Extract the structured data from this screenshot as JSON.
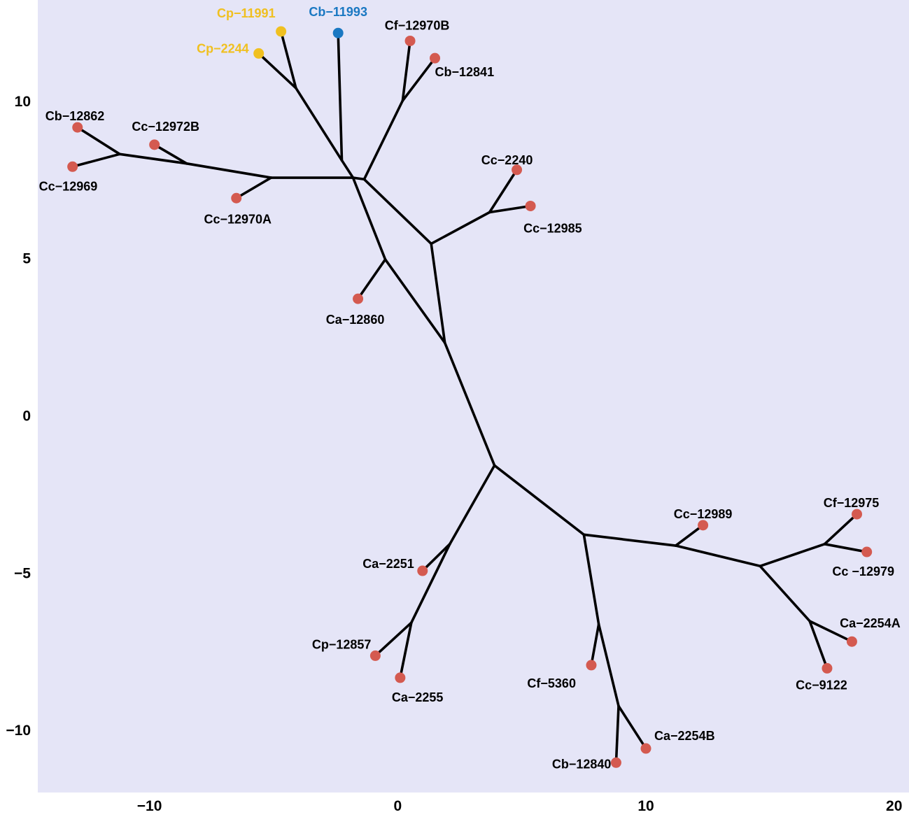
{
  "chart_data": {
    "type": "scatter",
    "subtype": "unrooted-tree",
    "title": "",
    "xlabel": "",
    "ylabel": "",
    "xlim": [
      -14.5,
      20.6
    ],
    "ylim": [
      -12.0,
      13.2
    ],
    "xticks": [
      -10,
      0,
      10,
      20
    ],
    "yticks": [
      10,
      5,
      0,
      -5,
      -10
    ],
    "grid": false,
    "colors": {
      "background": "#e5e5f7",
      "branch": "#000000",
      "red": "#d45a50",
      "yellow": "#f0c020",
      "blue": "#1a78c2"
    },
    "nodes": [
      {
        "id": "R",
        "x": 3.9,
        "y": -1.6
      },
      {
        "id": "A",
        "x": 1.9,
        "y": 2.3
      },
      {
        "id": "B",
        "x": -0.5,
        "y": 4.95
      },
      {
        "id": "C",
        "x": -1.8,
        "y": 7.55
      },
      {
        "id": "D",
        "x": -2.25,
        "y": 8.1
      },
      {
        "id": "E",
        "x": -4.1,
        "y": 10.4
      },
      {
        "id": "F",
        "x": -5.1,
        "y": 7.55
      },
      {
        "id": "G",
        "x": -8.5,
        "y": 8.0
      },
      {
        "id": "H",
        "x": -11.2,
        "y": 8.3
      },
      {
        "id": "I",
        "x": -1.35,
        "y": 7.5
      },
      {
        "id": "J",
        "x": 0.2,
        "y": 10.0
      },
      {
        "id": "K",
        "x": 1.35,
        "y": 5.45
      },
      {
        "id": "L",
        "x": 3.7,
        "y": 6.45
      },
      {
        "id": "M",
        "x": 2.1,
        "y": -4.1
      },
      {
        "id": "N",
        "x": 0.55,
        "y": -6.6
      },
      {
        "id": "O",
        "x": 7.5,
        "y": -3.8
      },
      {
        "id": "P",
        "x": 8.1,
        "y": -6.65
      },
      {
        "id": "Q",
        "x": 8.9,
        "y": -9.25
      },
      {
        "id": "S",
        "x": 11.2,
        "y": -4.15
      },
      {
        "id": "T",
        "x": 14.6,
        "y": -4.8
      },
      {
        "id": "U",
        "x": 17.2,
        "y": -4.1
      },
      {
        "id": "V",
        "x": 16.6,
        "y": -6.55
      }
    ],
    "edges": [
      [
        "R",
        "A"
      ],
      [
        "A",
        "B"
      ],
      [
        "B",
        "C"
      ],
      [
        "C",
        "D"
      ],
      [
        "D",
        "E"
      ],
      [
        "C",
        "F"
      ],
      [
        "F",
        "G"
      ],
      [
        "G",
        "H"
      ],
      [
        "C",
        "I"
      ],
      [
        "I",
        "J"
      ],
      [
        "A",
        "K"
      ],
      [
        "K",
        "I"
      ],
      [
        "K",
        "L"
      ],
      [
        "R",
        "M"
      ],
      [
        "M",
        "N"
      ],
      [
        "R",
        "O"
      ],
      [
        "O",
        "P"
      ],
      [
        "P",
        "Q"
      ],
      [
        "O",
        "S"
      ],
      [
        "S",
        "T"
      ],
      [
        "T",
        "U"
      ],
      [
        "T",
        "V"
      ],
      [
        "E",
        "Cp-11991"
      ],
      [
        "E",
        "Cp-2244"
      ],
      [
        "D",
        "Cb-11993"
      ],
      [
        "J",
        "Cf-12970B"
      ],
      [
        "J",
        "Cb-12841"
      ],
      [
        "H",
        "Cb-12862"
      ],
      [
        "H",
        "Cc-12969"
      ],
      [
        "G",
        "Cc-12972B"
      ],
      [
        "F",
        "Cc-12970A"
      ],
      [
        "L",
        "Cc-2240"
      ],
      [
        "L",
        "Cc-12985"
      ],
      [
        "B",
        "Ca-12860"
      ],
      [
        "M",
        "Ca-2251"
      ],
      [
        "N",
        "Cp-12857"
      ],
      [
        "N",
        "Ca-2255"
      ],
      [
        "P",
        "Cf-5360"
      ],
      [
        "Q",
        "Cb-12840"
      ],
      [
        "Q",
        "Ca-2254B"
      ],
      [
        "S",
        "Cc-12989"
      ],
      [
        "U",
        "Cf-12975"
      ],
      [
        "U",
        "Cc -12979"
      ],
      [
        "V",
        "Ca-2254A"
      ],
      [
        "V",
        "Cc-9122"
      ]
    ],
    "tips": [
      {
        "name": "Cp−11991",
        "id": "Cp-11991",
        "x": -4.7,
        "y": 12.2,
        "color": "yellow",
        "anchor": "end",
        "dx": -8,
        "dy": -20
      },
      {
        "name": "Cp−2244",
        "id": "Cp-2244",
        "x": -5.6,
        "y": 11.5,
        "color": "yellow",
        "anchor": "end",
        "dx": -14,
        "dy": -1
      },
      {
        "name": "Cb−11993",
        "id": "Cb-11993",
        "x": -2.4,
        "y": 12.15,
        "color": "blue",
        "anchor": "middle",
        "dx": 0,
        "dy": -24
      },
      {
        "name": "Cf−12970B",
        "id": "Cf-12970B",
        "x": 0.5,
        "y": 11.9,
        "color": "red",
        "anchor": "middle",
        "dx": 10,
        "dy": -16
      },
      {
        "name": "Cb−12841",
        "id": "Cb-12841",
        "x": 1.5,
        "y": 11.35,
        "color": "red",
        "anchor": "start",
        "dx": 0,
        "dy": 26
      },
      {
        "name": "Cb−12862",
        "id": "Cb-12862",
        "x": -12.9,
        "y": 9.15,
        "color": "red",
        "anchor": "start",
        "dx": -46,
        "dy": -10
      },
      {
        "name": "Cc−12969",
        "id": "Cc-12969",
        "x": -13.1,
        "y": 7.9,
        "color": "red",
        "anchor": "start",
        "dx": -48,
        "dy": 34
      },
      {
        "name": "Cc−12972B",
        "id": "Cc-12972B",
        "x": -9.8,
        "y": 8.6,
        "color": "red",
        "anchor": "middle",
        "dx": 16,
        "dy": -20
      },
      {
        "name": "Cc−12970A",
        "id": "Cc-12970A",
        "x": -6.5,
        "y": 6.9,
        "color": "red",
        "anchor": "middle",
        "dx": 2,
        "dy": 36
      },
      {
        "name": "Cc−2240",
        "id": "Cc-2240",
        "x": 4.8,
        "y": 7.8,
        "color": "red",
        "anchor": "middle",
        "dx": -14,
        "dy": -8
      },
      {
        "name": "Cc−12985",
        "id": "Cc-12985",
        "x": 5.35,
        "y": 6.65,
        "color": "red",
        "anchor": "start",
        "dx": -10,
        "dy": 38
      },
      {
        "name": "Ca−12860",
        "id": "Ca-12860",
        "x": -1.6,
        "y": 3.7,
        "color": "red",
        "anchor": "middle",
        "dx": -4,
        "dy": 36
      },
      {
        "name": "Ca−2251",
        "id": "Ca-2251",
        "x": 1.0,
        "y": -4.95,
        "color": "red",
        "anchor": "end",
        "dx": -12,
        "dy": -4
      },
      {
        "name": "Cp−12857",
        "id": "Cp-12857",
        "x": -0.9,
        "y": -7.65,
        "color": "red",
        "anchor": "end",
        "dx": -6,
        "dy": -10
      },
      {
        "name": "Ca−2255",
        "id": "Ca-2255",
        "x": 0.1,
        "y": -8.35,
        "color": "red",
        "anchor": "start",
        "dx": -12,
        "dy": 34
      },
      {
        "name": "Cf−5360",
        "id": "Cf-5360",
        "x": 7.8,
        "y": -7.95,
        "color": "red",
        "anchor": "end",
        "dx": -22,
        "dy": 32
      },
      {
        "name": "Cb−12840",
        "id": "Cb-12840",
        "x": 8.8,
        "y": -11.05,
        "color": "red",
        "anchor": "end",
        "dx": -7,
        "dy": 8
      },
      {
        "name": "Ca−2254B",
        "id": "Ca-2254B",
        "x": 10.0,
        "y": -10.6,
        "color": "red",
        "anchor": "start",
        "dx": 12,
        "dy": -12
      },
      {
        "name": "Cc−12989",
        "id": "Cc-12989",
        "x": 12.3,
        "y": -3.5,
        "color": "red",
        "anchor": "middle",
        "dx": 0,
        "dy": -10
      },
      {
        "name": "Cf−12975",
        "id": "Cf-12975",
        "x": 18.5,
        "y": -3.15,
        "color": "red",
        "anchor": "middle",
        "dx": -8,
        "dy": -10
      },
      {
        "name": "Cc −12979",
        "id": "Cc -12979",
        "x": 18.9,
        "y": -4.35,
        "color": "red",
        "anchor": "middle",
        "dx": -5,
        "dy": 34
      },
      {
        "name": "Ca−2254A",
        "id": "Ca-2254A",
        "x": 18.3,
        "y": -7.2,
        "color": "red",
        "anchor": "middle",
        "dx": 26,
        "dy": -20
      },
      {
        "name": "Cc−9122",
        "id": "Cc-9122",
        "x": 17.3,
        "y": -8.05,
        "color": "red",
        "anchor": "middle",
        "dx": -8,
        "dy": 30
      }
    ]
  }
}
